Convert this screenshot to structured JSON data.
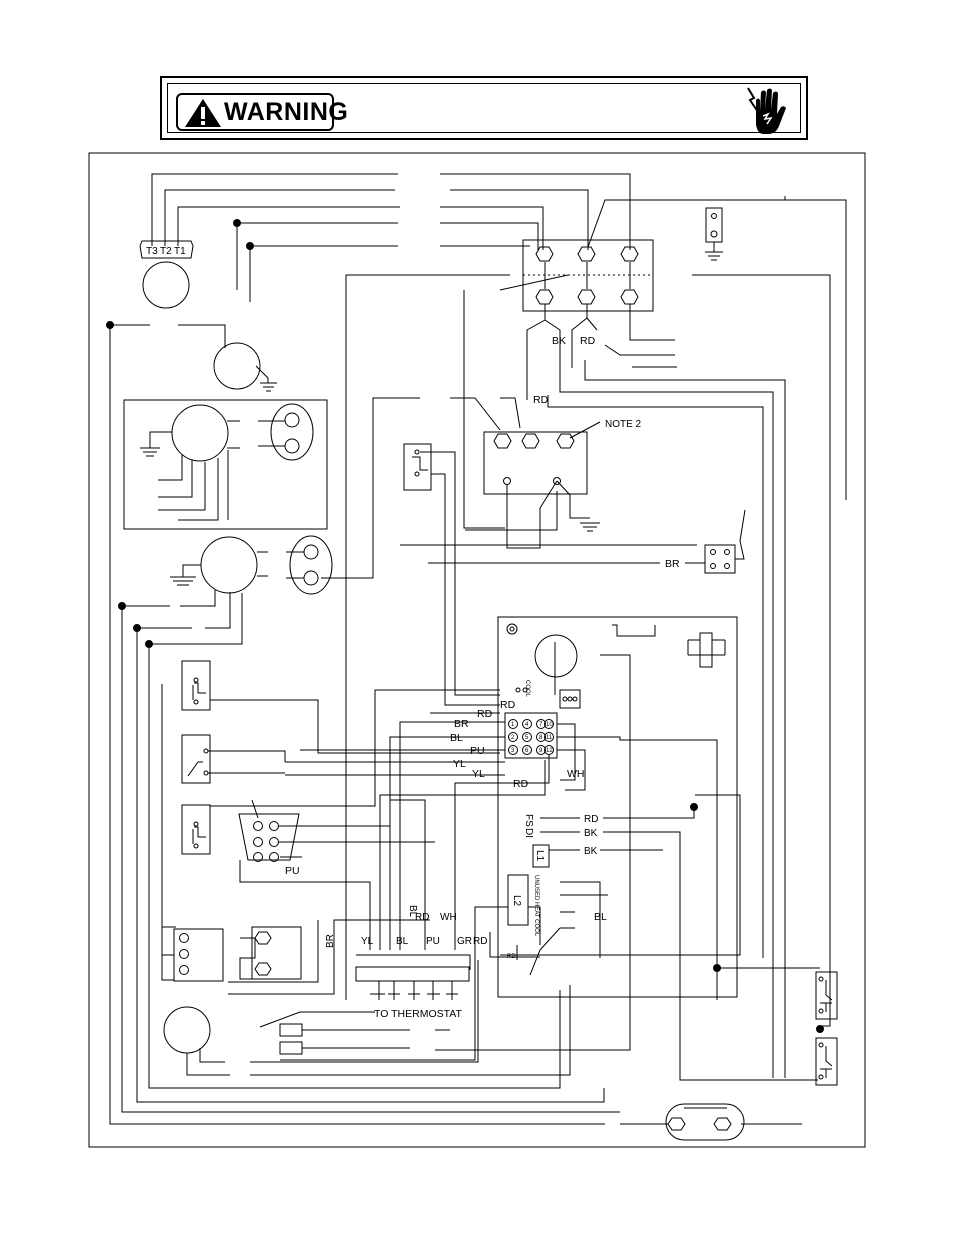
{
  "banner": {
    "warning_text": "WARNING",
    "icons": [
      "warning-triangle-icon",
      "electric-shock-hand-icon"
    ]
  },
  "labels": {
    "motor_terminals": [
      "T3",
      "T2",
      "T1"
    ],
    "bk": "BK",
    "rd_top": "RD",
    "rd_mid": "RD",
    "note2": "NOTE 2",
    "br_right": "BR",
    "board_rd1": "RD",
    "board_rd2": "RD",
    "board_br": "BR",
    "board_bl": "BL",
    "board_pu": "PU",
    "board_yl1": "YL",
    "board_yl2": "YL",
    "board_rd3": "RD",
    "board_wh": "WH",
    "fs_rd": "RD",
    "di_bk": "BK",
    "l1_bk": "BK",
    "pu_left": "PU",
    "bl_vert": "BL",
    "rd_vert": "RD",
    "wh_vert": "WH",
    "bl_vert2": "BL",
    "pu_vert": "PU",
    "gr_vert": "GR",
    "rd_vert2": "RD",
    "yl_vert": "YL",
    "br_vert": "BR",
    "bl_right": "BL",
    "rd_bottom": "RD",
    "to_thermostat": "TO THERMOSTAT"
  },
  "board_marks": {
    "fs": "FS",
    "di": "DI",
    "l1": "L1",
    "l2": "L2",
    "cool": "COOL",
    "fan_speeds": "UNUSED HEAT COOL",
    "pins": [
      "1",
      "2",
      "3",
      "4",
      "5",
      "6",
      "7",
      "8",
      "9",
      "10",
      "11",
      "12"
    ]
  }
}
